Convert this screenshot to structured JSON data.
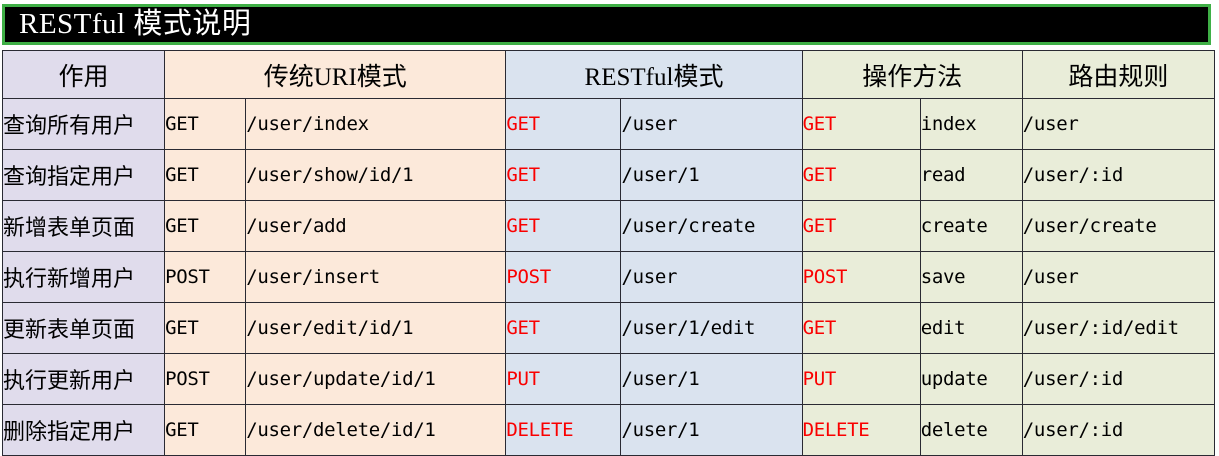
{
  "title": "RESTful 模式说明",
  "theme": {
    "title_bar_bg": "#000000",
    "title_bar_border": "#3faf46",
    "title_text": "#ffffff",
    "col_action_bg": "#e0dcec",
    "col_uri_bg": "#fce9da",
    "col_restful_bg": "#dae3ef",
    "col_method_bg": "#e9edd9",
    "col_route_bg": "#e9edd9",
    "verb_highlight": "#fa0000",
    "grid_line": "#2a2a33"
  },
  "headers": {
    "action": "作用",
    "uri": "传统URI模式",
    "restful": "RESTful模式",
    "method": "操作方法",
    "route": "路由规则"
  },
  "rows": [
    {
      "action": "查询所有用户",
      "uri_verb": "GET",
      "uri_path": "/user/index",
      "rest_verb": "GET",
      "rest_path": "/user",
      "op_verb": "GET",
      "op_name": "index",
      "route": "/user"
    },
    {
      "action": "查询指定用户",
      "uri_verb": "GET",
      "uri_path": "/user/show/id/1",
      "rest_verb": "GET",
      "rest_path": "/user/1",
      "op_verb": "GET",
      "op_name": "read",
      "route": "/user/:id"
    },
    {
      "action": "新增表单页面",
      "uri_verb": "GET",
      "uri_path": "/user/add",
      "rest_verb": "GET",
      "rest_path": "/user/create",
      "op_verb": "GET",
      "op_name": "create",
      "route": "/user/create"
    },
    {
      "action": "执行新增用户",
      "uri_verb": "POST",
      "uri_path": "/user/insert",
      "rest_verb": "POST",
      "rest_path": "/user",
      "op_verb": "POST",
      "op_name": "save",
      "route": "/user"
    },
    {
      "action": "更新表单页面",
      "uri_verb": "GET",
      "uri_path": "/user/edit/id/1",
      "rest_verb": "GET",
      "rest_path": "/user/1/edit",
      "op_verb": "GET",
      "op_name": "edit",
      "route": "/user/:id/edit"
    },
    {
      "action": "执行更新用户",
      "uri_verb": "POST",
      "uri_path": "/user/update/id/1",
      "rest_verb": "PUT",
      "rest_path": "/user/1",
      "op_verb": "PUT",
      "op_name": "update",
      "route": "/user/:id"
    },
    {
      "action": "删除指定用户",
      "uri_verb": "GET",
      "uri_path": "/user/delete/id/1",
      "rest_verb": "DELETE",
      "rest_path": "/user/1",
      "op_verb": "DELETE",
      "op_name": "delete",
      "route": "/user/:id"
    }
  ]
}
